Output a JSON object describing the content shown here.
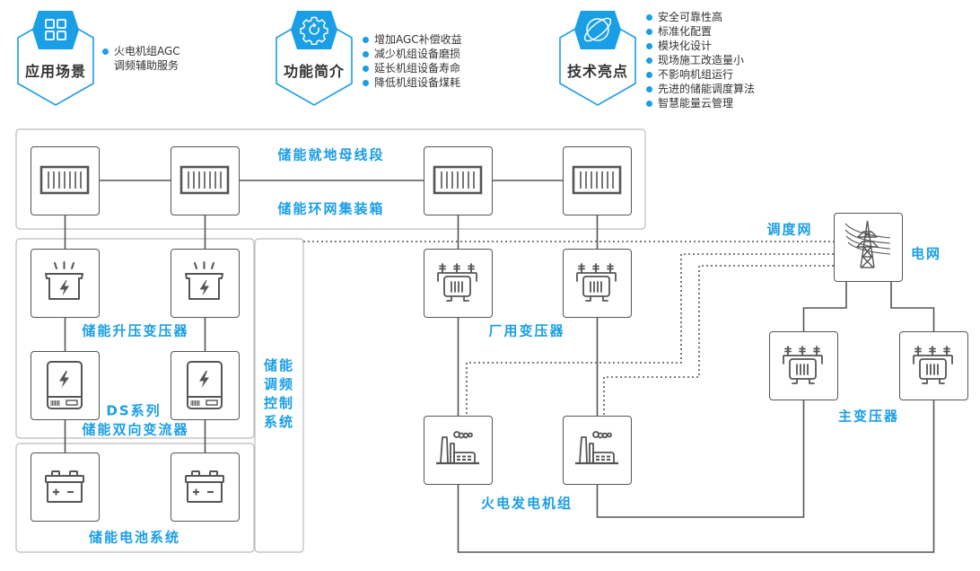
{
  "colors": {
    "accent": "#1a9ee6",
    "line": "#555555",
    "frame": "#bcbcbc",
    "text": "#333333"
  },
  "features": [
    {
      "title": "应用场景",
      "icon": "app-grid-icon",
      "bullets": [
        {
          "lines": [
            "火电机组AGC",
            "调频辅助服务"
          ]
        }
      ]
    },
    {
      "title": "功能简介",
      "icon": "gear-icon",
      "bullets": [
        {
          "lines": [
            "增加AGC补偿收益"
          ]
        },
        {
          "lines": [
            "减少机组设备磨损"
          ]
        },
        {
          "lines": [
            "延长机组设备寿命"
          ]
        },
        {
          "lines": [
            "降低机组设备煤耗"
          ]
        }
      ]
    },
    {
      "title": "技术亮点",
      "icon": "planet-icon",
      "bullets": [
        {
          "lines": [
            "安全可靠性高"
          ]
        },
        {
          "lines": [
            "标准化配置"
          ]
        },
        {
          "lines": [
            "模块化设计"
          ]
        },
        {
          "lines": [
            "现场施工改造量小"
          ]
        },
        {
          "lines": [
            "不影响机组运行"
          ]
        },
        {
          "lines": [
            "先进的储能调度算法"
          ]
        },
        {
          "lines": [
            "智慧能量云管理"
          ]
        }
      ]
    }
  ],
  "diagram": {
    "labels": {
      "bus_section": "储能就地母线段",
      "ring_main_container": "储能环网集装箱",
      "stepup_transformer": "储能升压变压器",
      "pcs_series": "DS系列",
      "pcs": "储能双向变流器",
      "battery_system": "储能电池系统",
      "control_system": [
        "储能",
        "调频",
        "控制",
        "系统"
      ],
      "aux_transformer": "厂用变压器",
      "generator": "火电发电机组",
      "dispatch_network": "调度网",
      "grid": "电网",
      "main_transformer": "主变压器"
    },
    "devices": [
      {
        "id": "ring-main-container-1",
        "icon": "container-icon"
      },
      {
        "id": "ring-main-container-2",
        "icon": "container-icon"
      },
      {
        "id": "ring-main-container-3",
        "icon": "container-icon"
      },
      {
        "id": "ring-main-container-4",
        "icon": "container-icon"
      },
      {
        "id": "stepup-transformer-1",
        "icon": "stepup-transformer-icon"
      },
      {
        "id": "stepup-transformer-2",
        "icon": "stepup-transformer-icon"
      },
      {
        "id": "pcs-1",
        "icon": "power-converter-icon"
      },
      {
        "id": "pcs-2",
        "icon": "power-converter-icon"
      },
      {
        "id": "battery-1",
        "icon": "battery-icon"
      },
      {
        "id": "battery-2",
        "icon": "battery-icon"
      },
      {
        "id": "aux-transformer-1",
        "icon": "transformer-icon"
      },
      {
        "id": "aux-transformer-2",
        "icon": "transformer-icon"
      },
      {
        "id": "generator-1",
        "icon": "power-plant-icon"
      },
      {
        "id": "generator-2",
        "icon": "power-plant-icon"
      },
      {
        "id": "grid",
        "icon": "transmission-tower-icon"
      },
      {
        "id": "main-transformer-1",
        "icon": "transformer-icon"
      },
      {
        "id": "main-transformer-2",
        "icon": "transformer-icon"
      }
    ]
  }
}
